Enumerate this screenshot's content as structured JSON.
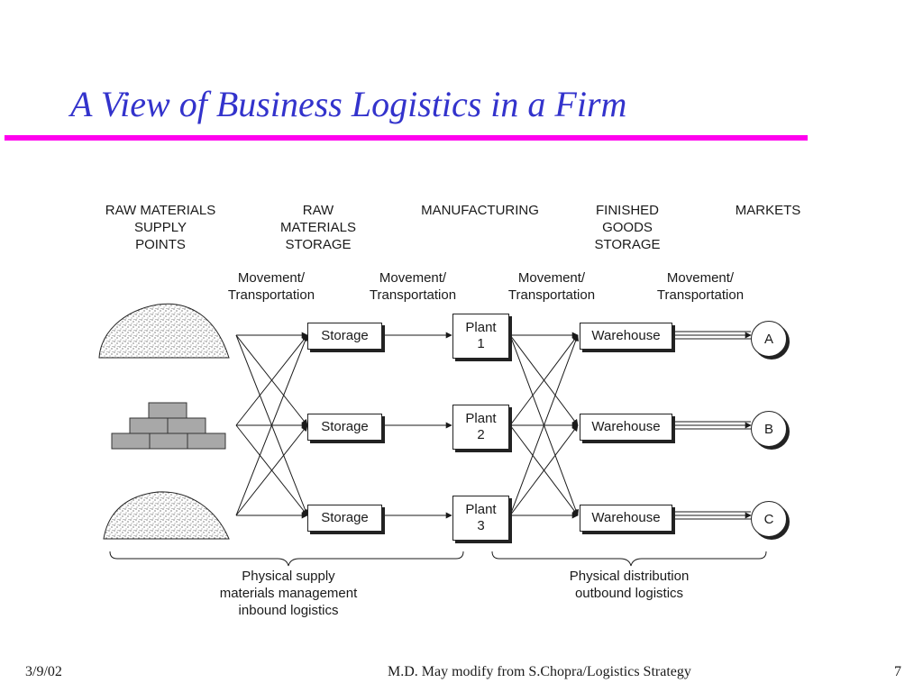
{
  "title": "A View of Business Logistics in a Firm",
  "colors": {
    "title": "#3333cc",
    "accent_rule": "#ff00ee",
    "ink": "#1a1a1a"
  },
  "columns": {
    "raw_supply": "RAW MATERIALS\nSUPPLY\nPOINTS",
    "raw_storage": "RAW\nMATERIALS\nSTORAGE",
    "manufacturing": "MANUFACTURING",
    "finished_storage": "FINISHED\nGOODS\nSTORAGE",
    "markets": "MARKETS"
  },
  "movement": [
    "Movement/\nTransportation",
    "Movement/\nTransportation",
    "Movement/\nTransportation",
    "Movement/\nTransportation"
  ],
  "supply_icons": [
    "raw-material-pile-icon",
    "brick-stack-icon",
    "raw-material-pile-icon"
  ],
  "storage": [
    "Storage",
    "Storage",
    "Storage"
  ],
  "plants": [
    "Plant\n1",
    "Plant\n2",
    "Plant\n3"
  ],
  "warehouses": [
    "Warehouse",
    "Warehouse",
    "Warehouse"
  ],
  "markets": [
    "A",
    "B",
    "C"
  ],
  "braces": {
    "left": "Physical supply\nmaterials management\ninbound logistics",
    "right": "Physical distribution\noutbound logistics"
  },
  "footer": {
    "date": "3/9/02",
    "credit": "M.D. May modify from S.Chopra/Logistics Strategy",
    "page": "7"
  }
}
